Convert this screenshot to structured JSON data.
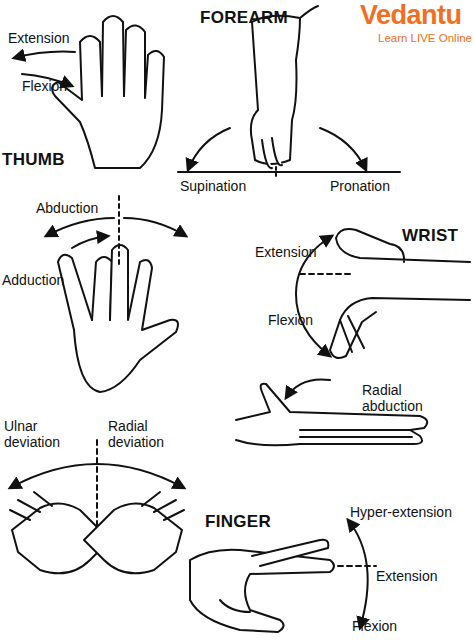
{
  "diagram": {
    "labels": [
      "Extension",
      "Flexion",
      "THUMB",
      "FOREARM",
      "Supination",
      "Pronation",
      "Vedantu",
      "Learn LIVE Online",
      "Abduction",
      "Adduction",
      "WRIST",
      "Extension",
      "Flexion",
      "Radial abduction",
      "Ulnar deviation",
      "Radial deviation",
      "FINGER",
      "Hyper-extension",
      "Extension",
      "Flexion"
    ]
  }
}
